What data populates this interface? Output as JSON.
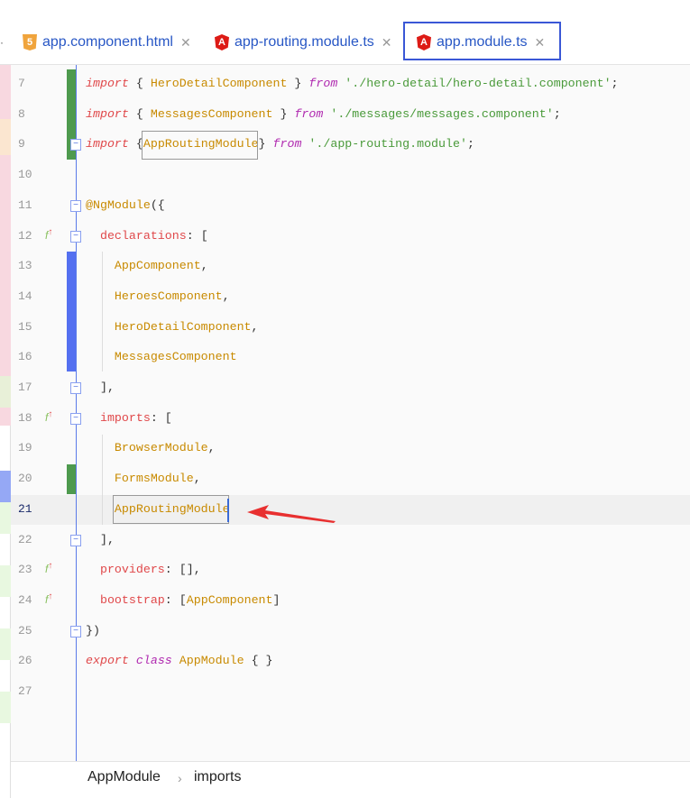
{
  "tabs": [
    {
      "label": "app.component.html",
      "icon": "html5-icon",
      "active": false
    },
    {
      "label": "app-routing.module.ts",
      "icon": "angular-icon",
      "active": false
    },
    {
      "label": "app.module.ts",
      "icon": "angular-icon",
      "active": true
    }
  ],
  "lines": [
    {
      "n": "7",
      "tokens": [
        [
          "kw",
          "import"
        ],
        [
          "pun",
          " { "
        ],
        [
          "id",
          "HeroDetailComponent"
        ],
        [
          "pun",
          " } "
        ],
        [
          "kw2",
          "from"
        ],
        [
          "str",
          " './hero-detail/hero-detail.component'"
        ],
        [
          "pun",
          ";"
        ]
      ]
    },
    {
      "n": "8",
      "tokens": [
        [
          "kw",
          "import"
        ],
        [
          "pun",
          " { "
        ],
        [
          "id",
          "MessagesComponent"
        ],
        [
          "pun",
          " } "
        ],
        [
          "kw2",
          "from"
        ],
        [
          "str",
          " './messages/messages.component'"
        ],
        [
          "pun",
          ";"
        ]
      ]
    },
    {
      "n": "9",
      "tokens": [
        [
          "kw",
          "import"
        ],
        [
          "pun",
          " {"
        ],
        [
          "id",
          "AppRoutingModule"
        ],
        [
          "pun",
          "} "
        ],
        [
          "kw2",
          "from"
        ],
        [
          "str",
          " './app-routing.module'"
        ],
        [
          "pun",
          ";"
        ]
      ]
    },
    {
      "n": "10",
      "tokens": []
    },
    {
      "n": "11",
      "tokens": [
        [
          "id",
          "@NgModule"
        ],
        [
          "pun",
          "({"
        ]
      ]
    },
    {
      "n": "12",
      "tokens": [
        [
          "pun",
          "  "
        ],
        [
          "prop",
          "declarations"
        ],
        [
          "pun",
          ": ["
        ]
      ]
    },
    {
      "n": "13",
      "tokens": [
        [
          "pun",
          "    "
        ],
        [
          "id",
          "AppComponent"
        ],
        [
          "pun",
          ","
        ]
      ]
    },
    {
      "n": "14",
      "tokens": [
        [
          "pun",
          "    "
        ],
        [
          "id",
          "HeroesComponent"
        ],
        [
          "pun",
          ","
        ]
      ]
    },
    {
      "n": "15",
      "tokens": [
        [
          "pun",
          "    "
        ],
        [
          "id",
          "HeroDetailComponent"
        ],
        [
          "pun",
          ","
        ]
      ]
    },
    {
      "n": "16",
      "tokens": [
        [
          "pun",
          "    "
        ],
        [
          "id",
          "MessagesComponent"
        ]
      ]
    },
    {
      "n": "17",
      "tokens": [
        [
          "pun",
          "  ],"
        ]
      ]
    },
    {
      "n": "18",
      "tokens": [
        [
          "pun",
          "  "
        ],
        [
          "prop",
          "imports"
        ],
        [
          "pun",
          ": ["
        ]
      ]
    },
    {
      "n": "19",
      "tokens": [
        [
          "pun",
          "    "
        ],
        [
          "id",
          "BrowserModule"
        ],
        [
          "pun",
          ","
        ]
      ]
    },
    {
      "n": "20",
      "tokens": [
        [
          "pun",
          "    "
        ],
        [
          "id",
          "FormsModule"
        ],
        [
          "pun",
          ","
        ]
      ]
    },
    {
      "n": "21",
      "tokens": [
        [
          "pun",
          "    "
        ],
        [
          "id",
          "AppRoutingModule"
        ]
      ]
    },
    {
      "n": "22",
      "tokens": [
        [
          "pun",
          "  ],"
        ]
      ]
    },
    {
      "n": "23",
      "tokens": [
        [
          "pun",
          "  "
        ],
        [
          "prop",
          "providers"
        ],
        [
          "pun",
          ": [],"
        ]
      ]
    },
    {
      "n": "24",
      "tokens": [
        [
          "pun",
          "  "
        ],
        [
          "prop",
          "bootstrap"
        ],
        [
          "pun",
          ": ["
        ],
        [
          "id",
          "AppComponent"
        ],
        [
          "pun",
          "]"
        ]
      ]
    },
    {
      "n": "25",
      "tokens": [
        [
          "pun",
          "})"
        ]
      ]
    },
    {
      "n": "26",
      "tokens": [
        [
          "kw",
          "export"
        ],
        [
          "pun",
          " "
        ],
        [
          "kw2",
          "class"
        ],
        [
          "pun",
          " "
        ],
        [
          "id",
          "AppModule"
        ],
        [
          "pun",
          " { }"
        ]
      ]
    },
    {
      "n": "27",
      "tokens": []
    }
  ],
  "current_line": "21",
  "breadcrumb": {
    "items": [
      "AppModule",
      "imports"
    ],
    "separator": "›"
  },
  "colors": {
    "added": "#4e9a4e",
    "modified": "#5470f0",
    "accent": "#e0245e",
    "annotation_box": "#3a57d6",
    "arrow": "#e83030"
  }
}
